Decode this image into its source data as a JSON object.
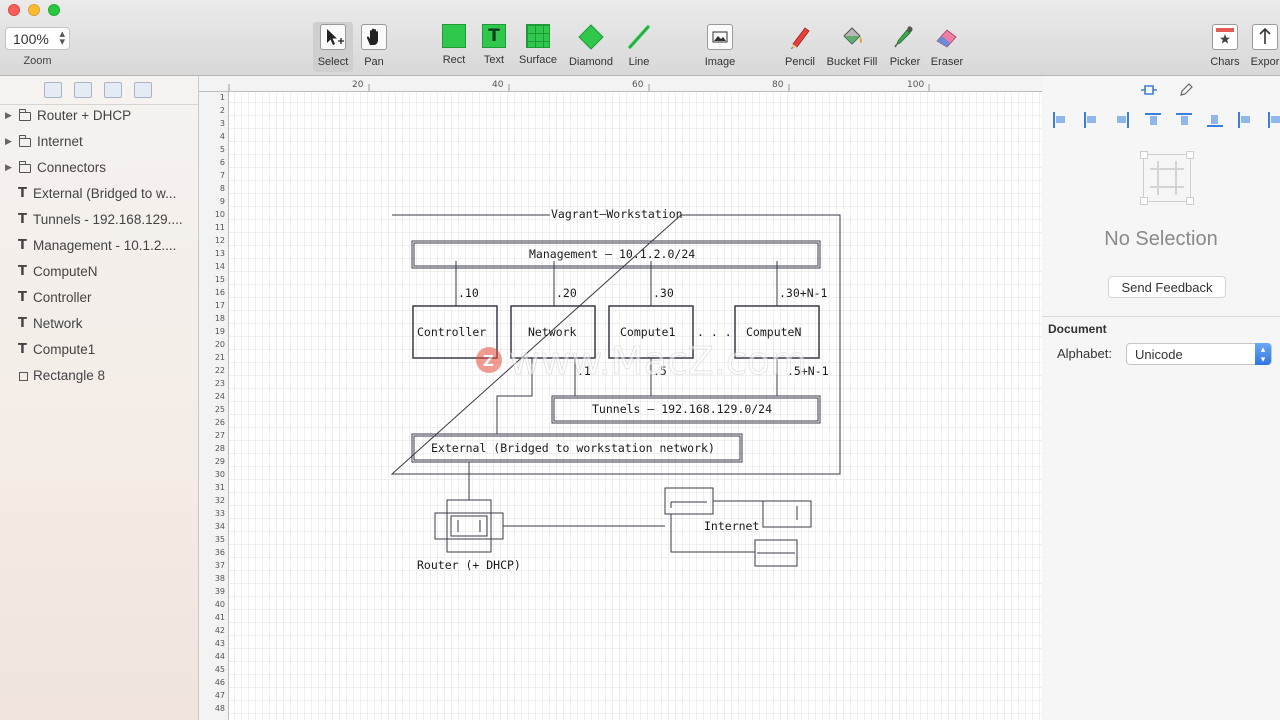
{
  "toolbar": {
    "zoom_value": "100%",
    "zoom_label": "Zoom",
    "tools": [
      {
        "label": "Select",
        "icon": "select-arrow-icon"
      },
      {
        "label": "Pan",
        "icon": "hand-icon"
      },
      {
        "label": "Rect",
        "icon": "rect-icon"
      },
      {
        "label": "Text",
        "icon": "text-icon"
      },
      {
        "label": "Surface",
        "icon": "surface-icon"
      },
      {
        "label": "Diamond",
        "icon": "diamond-icon"
      },
      {
        "label": "Line",
        "icon": "line-icon"
      },
      {
        "label": "Image",
        "icon": "image-icon"
      },
      {
        "label": "Pencil",
        "icon": "pencil-icon"
      },
      {
        "label": "Bucket Fill",
        "icon": "bucket-fill-icon"
      },
      {
        "label": "Picker",
        "icon": "picker-icon"
      },
      {
        "label": "Eraser",
        "icon": "eraser-icon"
      },
      {
        "label": "Chars",
        "icon": "chars-icon"
      },
      {
        "label": "Expor",
        "icon": "export-icon"
      }
    ]
  },
  "layers": [
    {
      "type": "folder",
      "label": "Router + DHCP"
    },
    {
      "type": "folder",
      "label": "Internet"
    },
    {
      "type": "folder",
      "label": "Connectors"
    },
    {
      "type": "text",
      "label": "External (Bridged to w..."
    },
    {
      "type": "text",
      "label": "Tunnels - 192.168.129...."
    },
    {
      "type": "text",
      "label": "Management - 10.1.2...."
    },
    {
      "type": "text",
      "label": "ComputeN"
    },
    {
      "type": "text",
      "label": "Controller"
    },
    {
      "type": "text",
      "label": "Network"
    },
    {
      "type": "text",
      "label": "Compute1"
    },
    {
      "type": "rect",
      "label": "Rectangle 8"
    }
  ],
  "ruler": {
    "top_labels": [
      "20",
      "40",
      "60",
      "80",
      "100"
    ],
    "left_labels": [
      "1",
      "2",
      "3",
      "4",
      "5",
      "6",
      "7",
      "8",
      "9",
      "10",
      "11",
      "12",
      "13",
      "14",
      "15",
      "16",
      "17",
      "18",
      "19",
      "20",
      "21",
      "22",
      "23",
      "24",
      "25",
      "26",
      "27",
      "28",
      "29",
      "30",
      "31",
      "32",
      "33",
      "34",
      "35",
      "36",
      "37",
      "38",
      "39",
      "40",
      "41",
      "42",
      "43",
      "44",
      "45",
      "46",
      "47",
      "48"
    ]
  },
  "diagram": {
    "workstation_title": "Vagrant—Workstation",
    "management": "Management — 10.1.2.0/24",
    "ip_controller": ".10",
    "ip_network": ".20",
    "ip_compute1": ".30",
    "ip_computeN": ".30+N-1",
    "controller": "Controller",
    "network": "Network",
    "compute1": "Compute1",
    "ellipsis": ". . .",
    "computeN": "ComputeN",
    "tun_ip_network": ".1",
    "tun_ip_compute1": ".5",
    "tun_ip_computeN": ".5+N-1",
    "tunnels": "Tunnels — 192.168.129.0/24",
    "external": "External (Bridged to workstation network)",
    "router": "Router (+ DHCP)",
    "internet": "Internet"
  },
  "watermark": {
    "logo_letter": "Z",
    "text": "www.MacZ.com"
  },
  "inspector": {
    "no_selection": "No Selection",
    "feedback_button": "Send Feedback",
    "document_title": "Document",
    "alphabet_label": "Alphabet:",
    "alphabet_value": "Unicode"
  }
}
